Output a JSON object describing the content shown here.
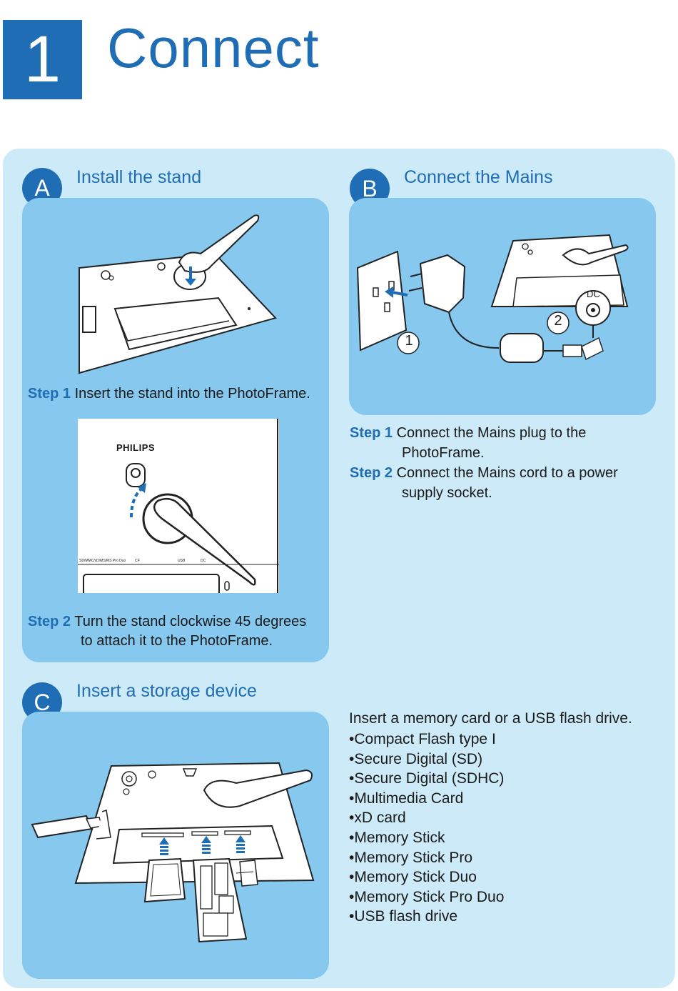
{
  "header": {
    "number": "1",
    "title": "Connect"
  },
  "sectionA": {
    "letter": "A",
    "title": "Install the stand",
    "step1_label": "Step 1",
    "step1_text": "Insert the stand into the PhotoFrame.",
    "step2_label": "Step 2",
    "step2_line1": "Turn the stand clockwise 45 degrees",
    "step2_line2": "to attach it to the PhotoFrame.",
    "photo_brand": "PHILIPS",
    "photo_port_1": "SD/MMC/xD/MS/MS Pro Duo",
    "photo_port_2": "CF",
    "photo_port_3": "USB",
    "photo_port_4": "DC"
  },
  "sectionB": {
    "letter": "B",
    "title": "Connect the Mains",
    "callout_1": "1",
    "callout_2": "2",
    "dc_label": "DC",
    "step1_label": "Step 1",
    "step1_line1": "Connect the Mains plug to the",
    "step1_line2": "PhotoFrame.",
    "step2_label": "Step 2",
    "step2_line1": "Connect the Mains cord to a power",
    "step2_line2": "supply socket."
  },
  "sectionC": {
    "letter": "C",
    "title": "Insert a storage device",
    "intro": "Insert a memory card or a USB flash drive.",
    "items": [
      "Compact Flash type I",
      "Secure Digital (SD)",
      "Secure Digital (SDHC)",
      "Multimedia Card",
      "xD card",
      "Memory Stick",
      "Memory Stick Pro",
      "Memory Stick Duo",
      "Memory Stick Pro Duo",
      "USB flash drive"
    ]
  },
  "colors": {
    "accent": "#1f6eb5",
    "panel_light": "#cdeaf8",
    "panel_dark": "#86c8ee"
  }
}
